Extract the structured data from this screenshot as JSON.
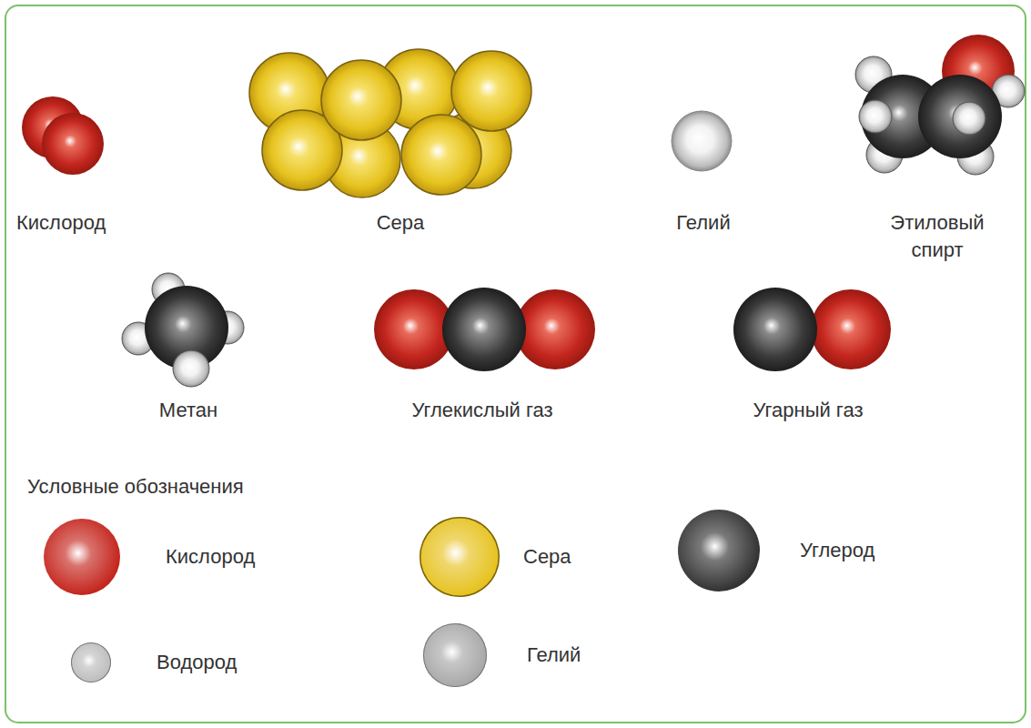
{
  "diagram": {
    "labels": [
      "Кислород",
      "Сера",
      "Гелий",
      "Этиловый спирт",
      "Метан",
      "Углекислый газ",
      "Угарный газ",
      "Условные обозначения"
    ],
    "legend": [
      {
        "text": "Кислород",
        "color": "#c4261e"
      },
      {
        "text": "Сера",
        "color": "#e6c21e"
      },
      {
        "text": "Углерод",
        "color": "#333333"
      },
      {
        "text": "Водород",
        "color": "#bdbdbd"
      },
      {
        "text": "Гелий",
        "color": "#a8a8a8"
      }
    ]
  }
}
